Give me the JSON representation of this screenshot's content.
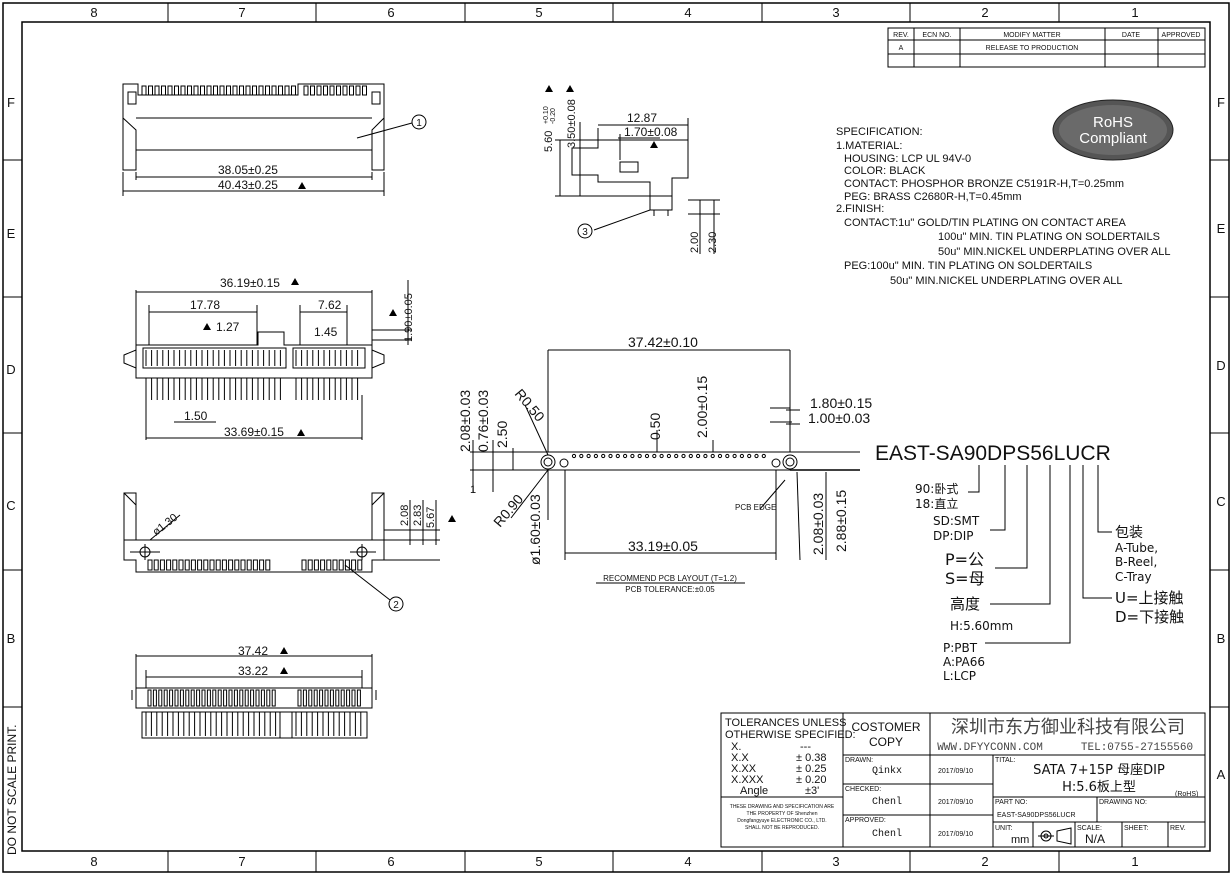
{
  "border": {
    "cols_top": [
      "8",
      "7",
      "6",
      "5",
      "4",
      "3",
      "2",
      "1"
    ],
    "cols_bottom": [
      "8",
      "7",
      "6",
      "5",
      "4",
      "3",
      "2",
      "1"
    ],
    "rows_left": [
      "F",
      "E",
      "D",
      "C",
      "B"
    ],
    "rows_right": [
      "F",
      "E",
      "D",
      "C",
      "B",
      "A"
    ],
    "side_note": "DO NOT SCALE PRINT."
  },
  "revision_table": {
    "headers": [
      "REV.",
      "ECN NO.",
      "MODIFY MATTER",
      "DATE",
      "APPROVED"
    ],
    "row": [
      "A",
      "",
      "RELEASE TO PRODUCTION",
      "",
      ""
    ]
  },
  "rohs": {
    "line1": "RoHS",
    "line2": "Compliant"
  },
  "specification": [
    "SPECIFICATION:",
    "1.MATERIAL:",
    "HOUSING: LCP UL 94V-0",
    "COLOR: BLACK",
    "CONTACT: PHOSPHOR BRONZE C5191R-H,T=0.25mm",
    "PEG: BRASS C2680R-H,T=0.45mm",
    "2.FINISH:",
    "CONTACT:1u\" GOLD/TIN PLATING ON CONTACT AREA",
    "100u\" MIN. TIN PLATING ON SOLDERTAILS",
    "50u\" MIN.NICKEL UNDERPLATING OVER ALL",
    "PEG:100u\" MIN. TIN PLATING ON SOLDERTAILS",
    "50u\" MIN.NICKEL UNDERPLATING OVER ALL"
  ],
  "views": {
    "top": {
      "dim_inner": "38.05±0.25",
      "dim_outer": "40.43±0.25",
      "callout": "1"
    },
    "side": {
      "d1": "12.87",
      "d2": "1.70±0.08",
      "d3": "5.60",
      "d3_tol_plus": "+0.10",
      "d3_tol_minus": "-0.20",
      "d4": "3.50±0.08",
      "d5": "2.00",
      "d6": "2.30",
      "callout": "3"
    },
    "front": {
      "d1": "36.19±0.15",
      "d2": "17.78",
      "d3": "7.62",
      "d4": "1.27",
      "d5": "1.45",
      "d6": "1.50",
      "d7": "33.69±0.15",
      "d8": "1.90±0.05"
    },
    "back": {
      "d1": "ø1.30",
      "d2": "2.08",
      "d3": "2.83",
      "d4": "5.67",
      "callout": "2"
    },
    "bottom": {
      "d1": "37.42",
      "d2": "33.22"
    },
    "pcb": {
      "d1": "37.42±0.10",
      "d2": "2.08±0.03",
      "d3": "0.76±0.03",
      "d4": "2.50",
      "d5": "R0.50",
      "d6": "0.50",
      "d7": "2.00±0.15",
      "d8": "1.80±0.15",
      "d9": "1.00±0.03",
      "d10": "R0.90",
      "d11": "ø1.60±0.03",
      "d12": "33.19±0.05",
      "d13": "2.08±0.03",
      "d14": "2.88±0.15",
      "d15": "1",
      "edge": "PCB EDGE",
      "note1": "RECOMMEND PCB LAYOUT (T=1.2)",
      "note2": "PCB TOLERANCE:±0.05"
    }
  },
  "part_code": {
    "code": "EAST-SA90DPS56LUCR",
    "opt_angle_1": "90:卧式",
    "opt_angle_2": "18:直立",
    "opt_mount_1": "SD:SMT",
    "opt_mount_2": "DP:DIP",
    "opt_gender_1": "P=公",
    "opt_gender_2": "S=母",
    "opt_height_title": "高度",
    "opt_height_val": "H:5.60mm",
    "opt_mat_1": "P:PBT",
    "opt_mat_2": "A:PA66",
    "opt_mat_3": "L:LCP",
    "opt_pack_title": "包装",
    "opt_pack_1": "A-Tube,",
    "opt_pack_2": "B-Reel,",
    "opt_pack_3": "C-Tray",
    "opt_contact_1": "U=上接触",
    "opt_contact_2": "D=下接触"
  },
  "title_block": {
    "tol_title_1": "TOLERANCES UNLESS",
    "tol_title_2": "OTHERWISE SPECIFIED:",
    "tol_rows": [
      [
        "X.",
        "---"
      ],
      [
        "X.X",
        "± 0.38"
      ],
      [
        "X.XX",
        "± 0.25"
      ],
      [
        "X.XXX",
        "± 0.20"
      ],
      [
        "Angle",
        "±3'"
      ]
    ],
    "notice": [
      "THESE DRAWING AND SPECIFICATION ARE",
      "THE PROPERTY OF Shenzhen",
      "Dongfangyuye ELECTRONIC CO., LTD.",
      "SHALL NOT BE REPRODUCED."
    ],
    "customer_1": "COSTOMER",
    "customer_2": "COPY",
    "company": "深圳市东方御业科技有限公司",
    "website": "WWW.DFYYCONN.COM",
    "tel": "TEL:0755-27155560",
    "drawn_label": "DRAWN:",
    "drawn_name": "Qinkx",
    "drawn_date": "2017/09/10",
    "checked_label": "CHECKED:",
    "checked_name": "Chenl",
    "checked_date": "2017/09/10",
    "approved_label": "APPROVED:",
    "approved_name": "Chenl",
    "approved_date": "2017/09/10",
    "title_label": "TITAL:",
    "title_1": "SATA 7+15P 母座DIP",
    "title_2": "H:5.6板上型",
    "rohs_tag": "(RoHS)",
    "partno_label": "PART NO:",
    "partno": "EAST-SA90DPS56LUCR",
    "drawingno_label": "DRAWING NO:",
    "unit_label": "UNIT:",
    "unit": "mm",
    "scale_label": "SCALE:",
    "scale": "N/A",
    "sheet_label": "SHEET:",
    "rev_label": "REV."
  }
}
